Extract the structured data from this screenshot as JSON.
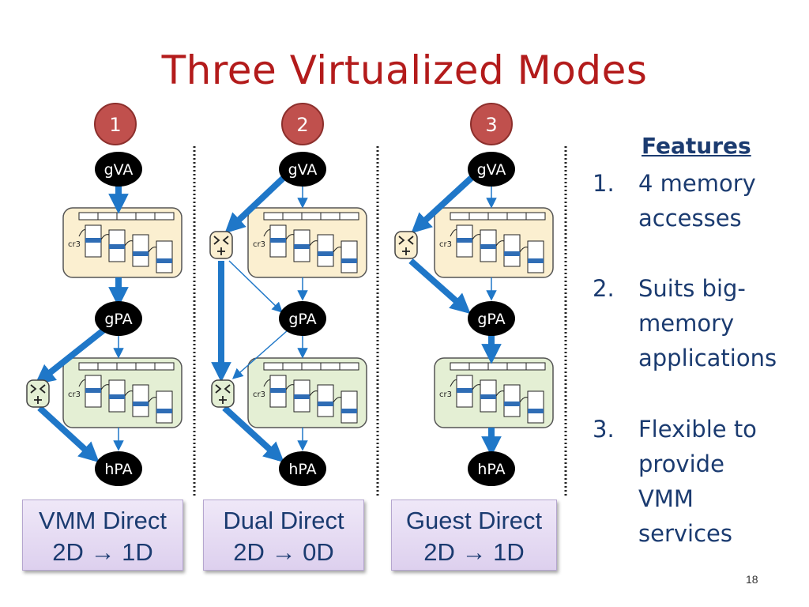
{
  "title": "Three Virtualized Modes",
  "node_labels": {
    "gva": "gVA",
    "gpa": "gPA",
    "hpa": "hPA",
    "cr3": "cr3"
  },
  "modes": [
    {
      "number": "1",
      "name": "VMM Direct",
      "transition": "2D → 1D"
    },
    {
      "number": "2",
      "name": "Dual Direct",
      "transition": "2D → 0D"
    },
    {
      "number": "3",
      "name": "Guest Direct",
      "transition": "2D → 1D"
    }
  ],
  "features": {
    "heading": "Features",
    "items": [
      {
        "num": "1.",
        "lines": [
          "4 memory",
          "accesses"
        ]
      },
      {
        "num": "2.",
        "lines": [
          "Suits big-",
          "memory",
          "applications"
        ]
      },
      {
        "num": "3.",
        "lines": [
          "Flexible to",
          "provide",
          "VMM",
          "services"
        ]
      }
    ]
  },
  "page_number": "18",
  "colors": {
    "title": "#b31b1b",
    "number_circle": "#c0504d",
    "arrow": "#1f77c8",
    "guest_table_fill": "#fbefd0",
    "host_table_fill": "#e4efd4",
    "text": "#1b3b70"
  }
}
